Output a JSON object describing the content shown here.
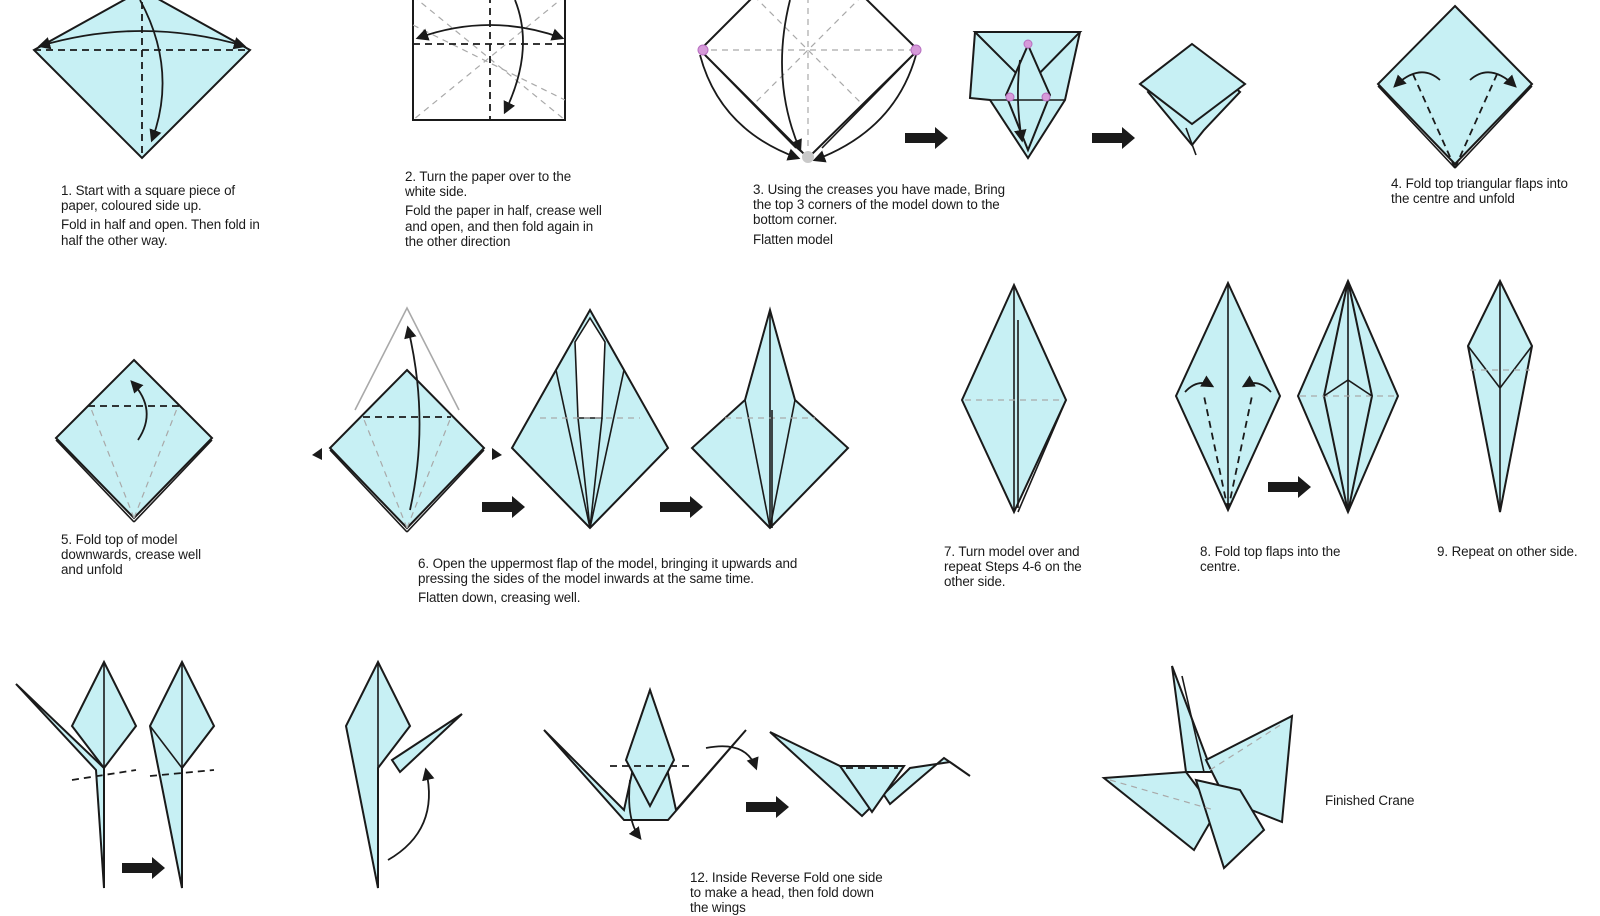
{
  "steps": {
    "s1": [
      "1. Start with a square piece of paper, coloured side up.",
      "Fold in half and open. Then fold in half the other way."
    ],
    "s2": [
      "2. Turn the paper over to the white side.",
      "Fold the paper in half, crease well  and open,  and then fold again in the other direction"
    ],
    "s3": [
      "3.  Using the creases you have made, Bring the top 3 corners of the model down to the bottom corner.",
      "Flatten model"
    ],
    "s4": [
      "4. Fold top triangular flaps into the centre and unfold"
    ],
    "s5": [
      "5. Fold top of model downwards, crease well and unfold"
    ],
    "s6": [
      "6. Open the uppermost flap of the model, bringing it upwards and pressing the sides of the model inwards at the same time.",
      "Flatten down, creasing well."
    ],
    "s7": [
      "7. Turn model over and repeat Steps 4-6 on the other side."
    ],
    "s8": [
      "8. Fold top flaps into the centre."
    ],
    "s9": [
      "9. Repeat on other side."
    ],
    "s12": [
      "12. Inside Reverse Fold one side to make a head, then fold down the wings"
    ],
    "finished": "Finished Crane"
  },
  "colors": {
    "paper": "#c7f0f4",
    "ink": "#1a1a1a",
    "crease": "#a9a9a9",
    "marker_pink": "#d69ad9"
  }
}
